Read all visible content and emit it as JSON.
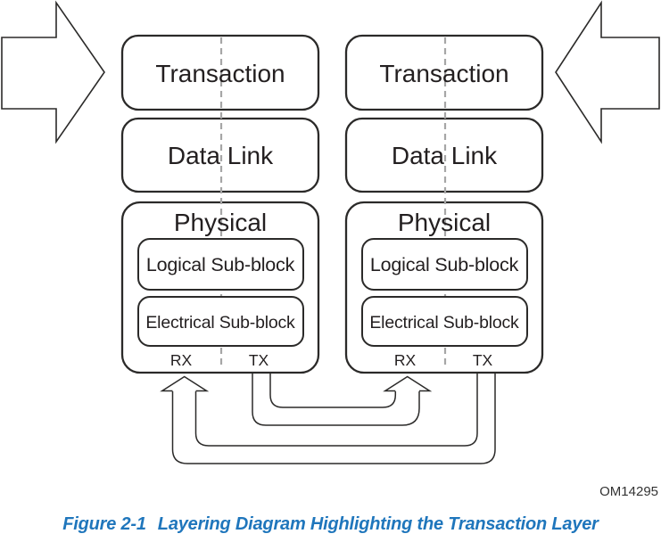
{
  "figure": {
    "watermark": "OM14295",
    "caption_label": "Figure 2-1",
    "caption_title": "Layering Diagram Highlighting the Transaction Layer"
  },
  "colors": {
    "caption_blue": "#1f76bc",
    "line_dark": "#2b2a29",
    "dash_gray": "#a6a6a6"
  },
  "stacks": [
    {
      "transaction": "Transaction",
      "data_link": "Data Link",
      "physical": "Physical",
      "logical_sub_block": "Logical Sub-block",
      "electrical_sub_block": "Electrical Sub-block",
      "rx": "RX",
      "tx": "TX"
    },
    {
      "transaction": "Transaction",
      "data_link": "Data Link",
      "physical": "Physical",
      "logical_sub_block": "Logical Sub-block",
      "electrical_sub_block": "Electrical Sub-block",
      "rx": "RX",
      "tx": "TX"
    }
  ]
}
